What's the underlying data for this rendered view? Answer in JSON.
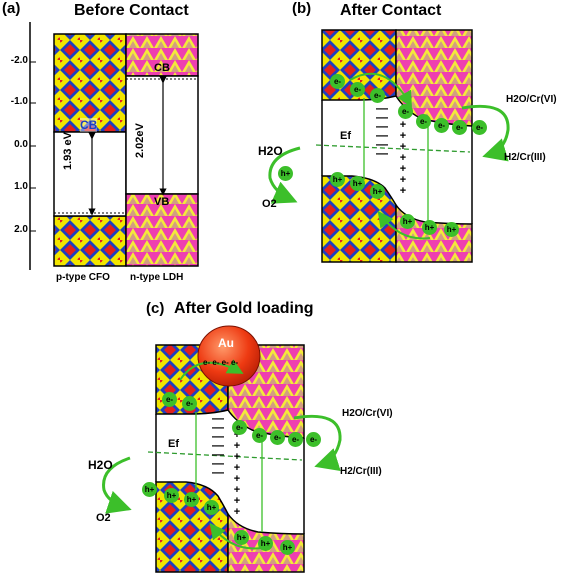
{
  "panel_a": {
    "tag": "(a)",
    "title": "Before Contact",
    "y_ticks": [
      "-2.0",
      "-1.0",
      "0.0",
      "1.0",
      "2.0"
    ],
    "cfo_gap": "1.93 eV",
    "ldh_gap": "2.02eV",
    "cb_cfo": "CB",
    "cb_ldh": "CB",
    "vb_ldh": "VB",
    "x_left": "p-type CFO",
    "x_right": "n-type LDH"
  },
  "panel_b": {
    "tag": "(b)",
    "title": "After Contact",
    "fermi": "Ef",
    "water": "H2O",
    "oxygen": "O2",
    "cr6": "H2O/Cr(VI)",
    "cr3": "H2/Cr(III)",
    "electron": "e-",
    "hole": "h+",
    "minus": "—",
    "plus": "+"
  },
  "panel_c": {
    "tag": "(c)",
    "title": "After Gold loading",
    "au": "Au",
    "au_electrons": "e- e- e- e-",
    "fermi": "Ef",
    "water": "H2O",
    "oxygen": "O2",
    "cr6": "H2O/Cr(VI)",
    "cr3": "H2/Cr(III)",
    "electron": "e-",
    "hole": "h+"
  },
  "colors": {
    "cfo_blue": "#1f3fbf",
    "cfo_red": "#e02020",
    "cfo_yellow": "#f2e600",
    "ldh_pink": "#ee3fb0",
    "ldh_yellow": "#f4ea3a",
    "arrow_green": "#3cbf2a",
    "fermi_green": "#2e9b2e",
    "gold": "#e83a10"
  }
}
